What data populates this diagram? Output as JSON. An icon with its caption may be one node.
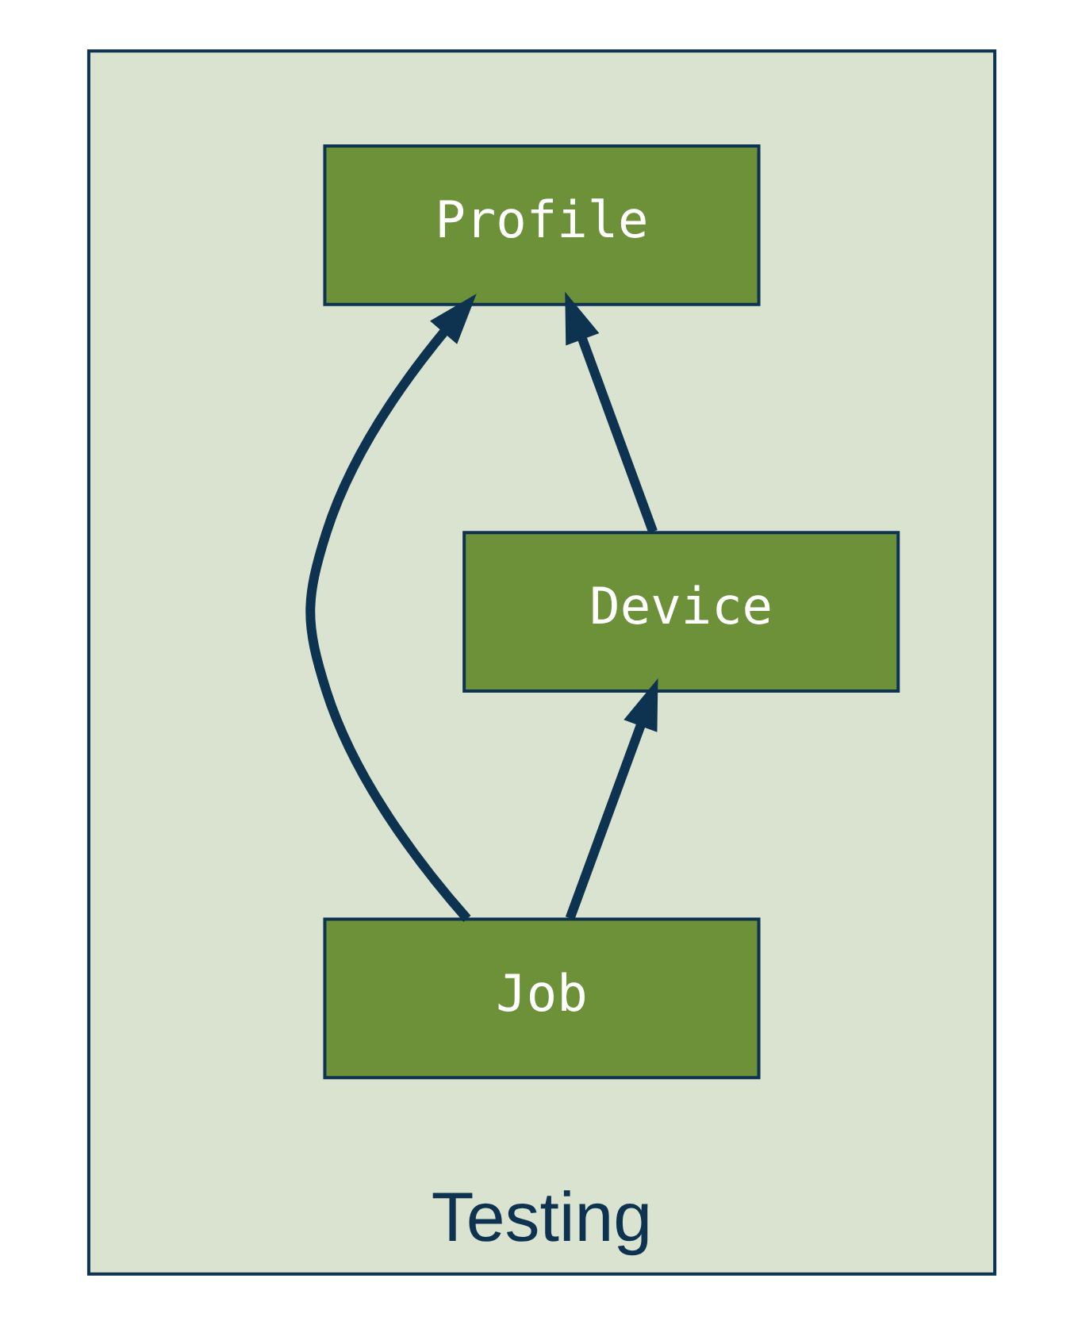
{
  "diagram": {
    "nodes": [
      {
        "text": [
          "Testing"
        ]
      },
      {
        "text": [
          "Profile"
        ],
        "in": 0
      },
      {
        "text": [
          "Device"
        ],
        "in": 0
      },
      {
        "text": [
          "Job"
        ],
        "in": 0
      }
    ],
    "edges": [
      {
        "from": 3,
        "to": 1,
        "arrow": "to"
      },
      {
        "from": 2,
        "to": 1,
        "arrow": "to"
      },
      {
        "from": 3,
        "to": 2,
        "arrow": "to"
      }
    ]
  }
}
